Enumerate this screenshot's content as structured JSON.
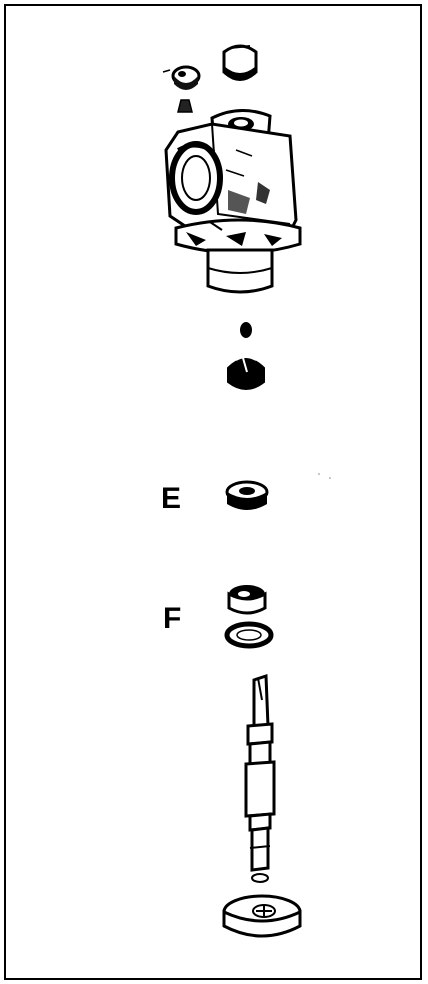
{
  "figure": {
    "type": "exploded-parts-view",
    "labels": {
      "e": "E",
      "f": "F"
    },
    "colors": {
      "ink": "#000000",
      "paper": "#ffffff",
      "shade": "#555555"
    }
  }
}
